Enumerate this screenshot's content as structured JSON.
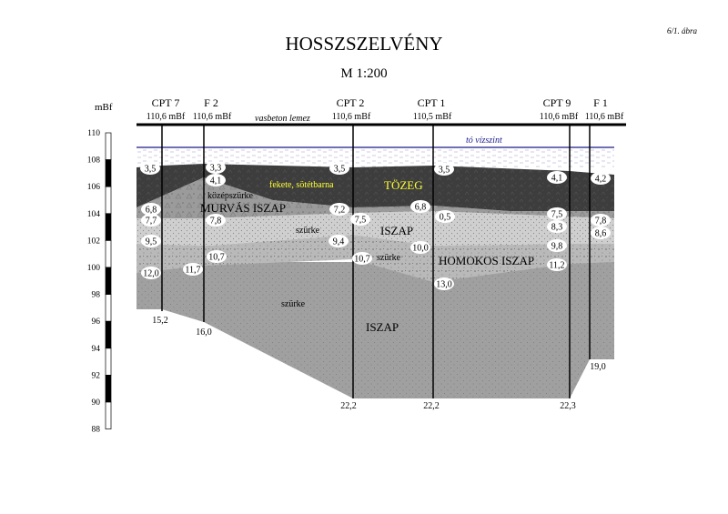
{
  "figure_label": "6/1. ábra",
  "title": "HOSSZSZELVÉNY",
  "scale": "M  1:200",
  "axis": {
    "unit": "mBf",
    "ticks": [
      "110",
      "108",
      "106",
      "104",
      "102",
      "100",
      "98",
      "96",
      "94",
      "92",
      "90",
      "88"
    ]
  },
  "boreholes": [
    {
      "name": "CPT 7",
      "elevation": "110,6 mBf",
      "bottom_depth": "15,2"
    },
    {
      "name": "F 2",
      "elevation": "110,6 mBf",
      "bottom_depth": "16,0"
    },
    {
      "name": "CPT 2",
      "elevation": "110,6 mBf",
      "bottom_depth": "22,2"
    },
    {
      "name": "CPT 1",
      "elevation": "110,5 mBf",
      "bottom_depth": "22,2"
    },
    {
      "name": "CPT 9",
      "elevation": "110,6 mBf",
      "bottom_depth": "22,3"
    },
    {
      "name": "F 1",
      "elevation": "110,6 mBf",
      "bottom_depth": "19,0"
    }
  ],
  "annotations": {
    "concrete_slab": "vasbeton lemez",
    "water_level": "tó vízszint"
  },
  "layers": {
    "peat_desc": "fekete, sötétbarna",
    "peat": "TÖZEG",
    "gravel_desc": "középszürke",
    "gravel": "MURVÁS ISZAP",
    "silt_desc": "szürke",
    "silt": "ISZAP",
    "sandy_silt_desc": "szürke",
    "sandy_silt": "HOMOKOS ISZAP",
    "lower_silt_desc": "szürke",
    "lower_silt": "ISZAP"
  },
  "depth_markers": [
    "3,5",
    "3,3",
    "4,1",
    "3,5",
    "3,5",
    "4,1",
    "4,2",
    "6,8",
    "7,7",
    "7,8",
    "7,2",
    "7,5",
    "6,8",
    "0,5",
    "7,5",
    "8,3",
    "7,8",
    "8,6",
    "9,5",
    "10,7",
    "9,4",
    "10,0",
    "9,8",
    "12,0",
    "11,7",
    "10,7",
    "13,0",
    "11,2"
  ],
  "colors": {
    "water_line": "#1a1a8c",
    "peat": "#3c3c3c",
    "gravel": "#9a9a9a",
    "silt": "#c8c8c8",
    "sandy_silt": "#b4b4b4",
    "lower_silt": "#9c9c9c",
    "peat_label": "#ffff33"
  }
}
